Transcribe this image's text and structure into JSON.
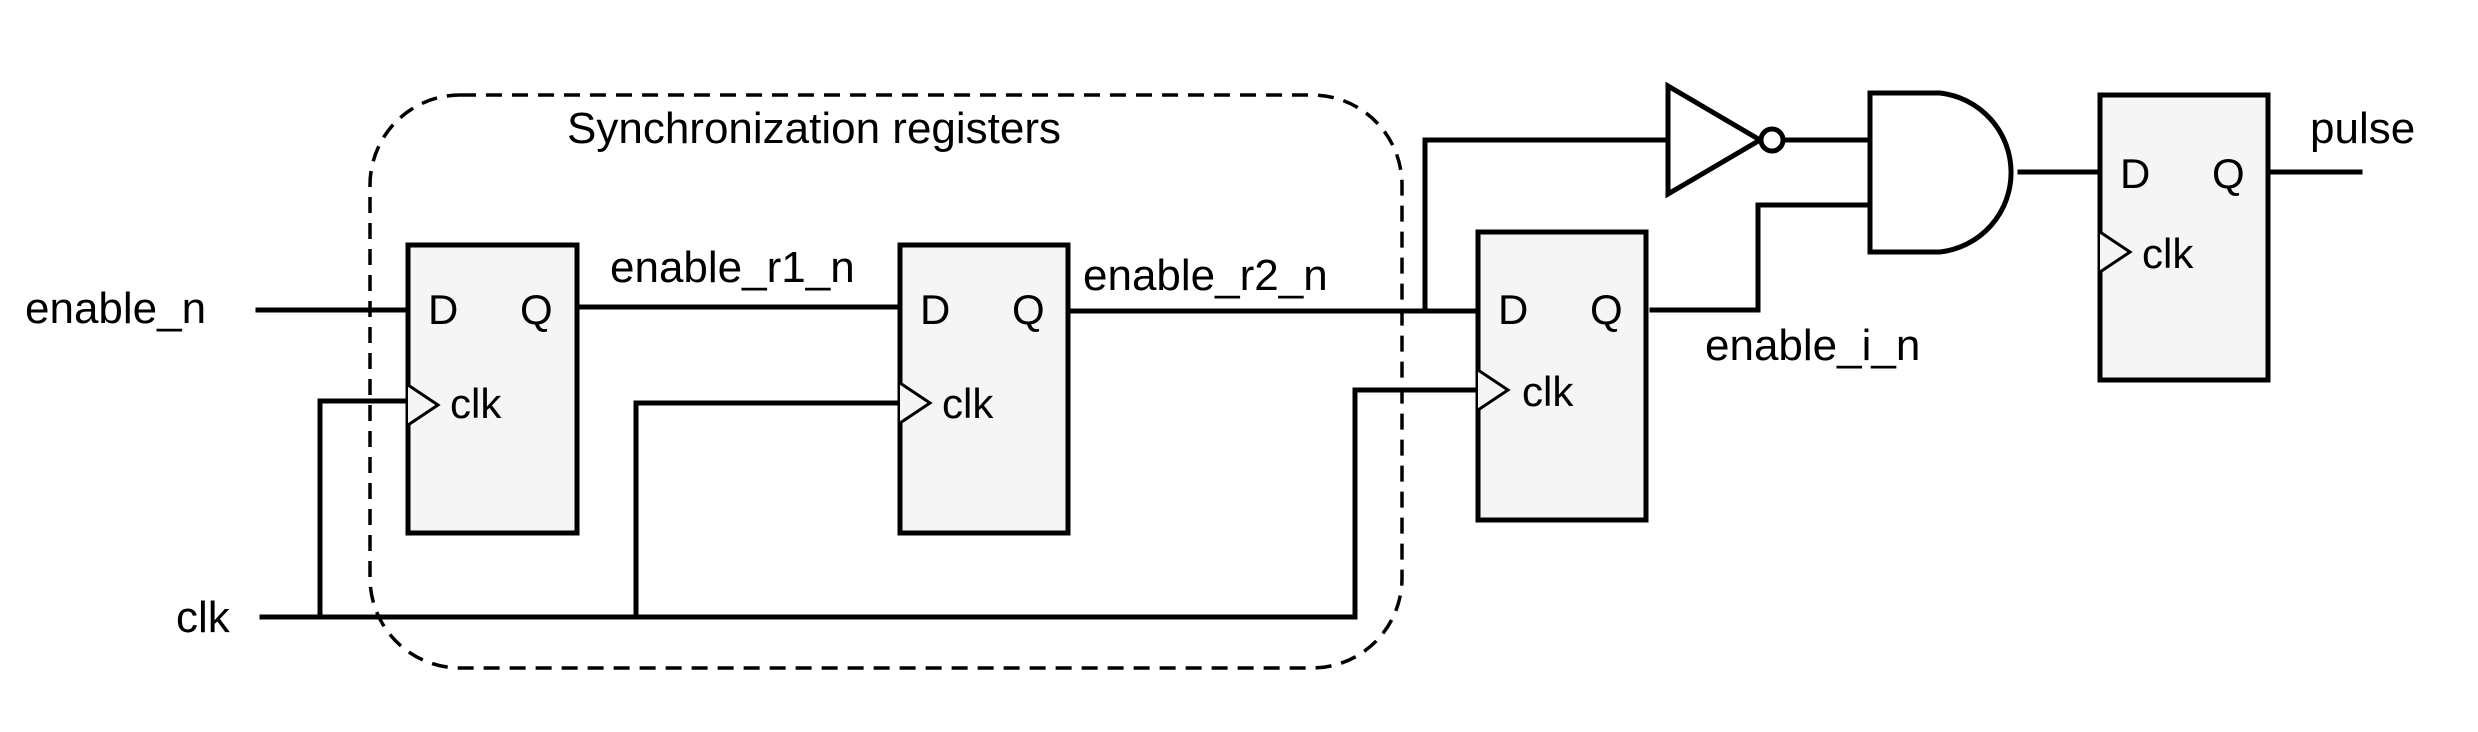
{
  "group": {
    "title": "Synchronization registers"
  },
  "inputs": {
    "enable_n": "enable_n",
    "clk": "clk"
  },
  "nets": {
    "enable_r1_n": "enable_r1_n",
    "enable_r2_n": "enable_r2_n",
    "enable_i_n": "enable_i_n"
  },
  "output": {
    "pulse": "pulse"
  },
  "flipflops": [
    {
      "d": "D",
      "q": "Q",
      "clk": "clk"
    },
    {
      "d": "D",
      "q": "Q",
      "clk": "clk"
    },
    {
      "d": "D",
      "q": "Q",
      "clk": "clk"
    },
    {
      "d": "D",
      "q": "Q",
      "clk": "clk"
    }
  ]
}
